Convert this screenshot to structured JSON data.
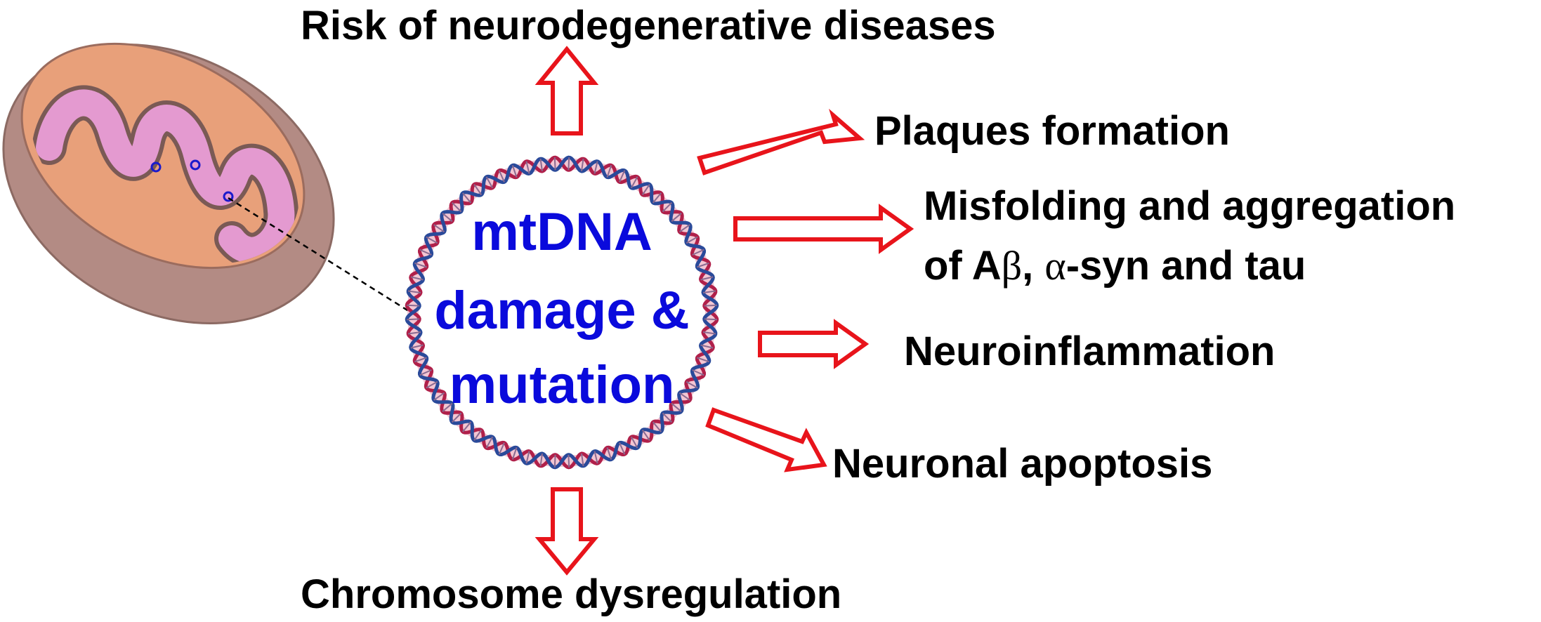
{
  "center": {
    "line1": "mtDNA",
    "line2": "damage &",
    "line3": "mutation"
  },
  "outcomes": {
    "top": "Risk of neurodegenerative diseases",
    "plaques": "Plaques formation",
    "misfolding_line1": "Misfolding and aggregation",
    "misfolding_line2_a": "of A",
    "misfolding_line2_beta": "β",
    "misfolding_line2_b": ", ",
    "misfolding_line2_alpha": "α",
    "misfolding_line2_c": "-syn and tau",
    "neuroinflammation": "Neuroinflammation",
    "apoptosis": "Neuronal apoptosis",
    "bottom": "Chromosome dysregulation"
  },
  "colors": {
    "arrow_stroke": "#e8141b",
    "center_text": "#0a0adc",
    "dna_strand_a": "#b0204a",
    "dna_strand_b": "#2a4a9a",
    "mito_outer": "#b38b84",
    "mito_inner": "#e8a07a",
    "cristae": "#e49ad0"
  },
  "icons": [
    "mitochondrion-icon",
    "dna-ring-icon",
    "arrow-icon"
  ]
}
